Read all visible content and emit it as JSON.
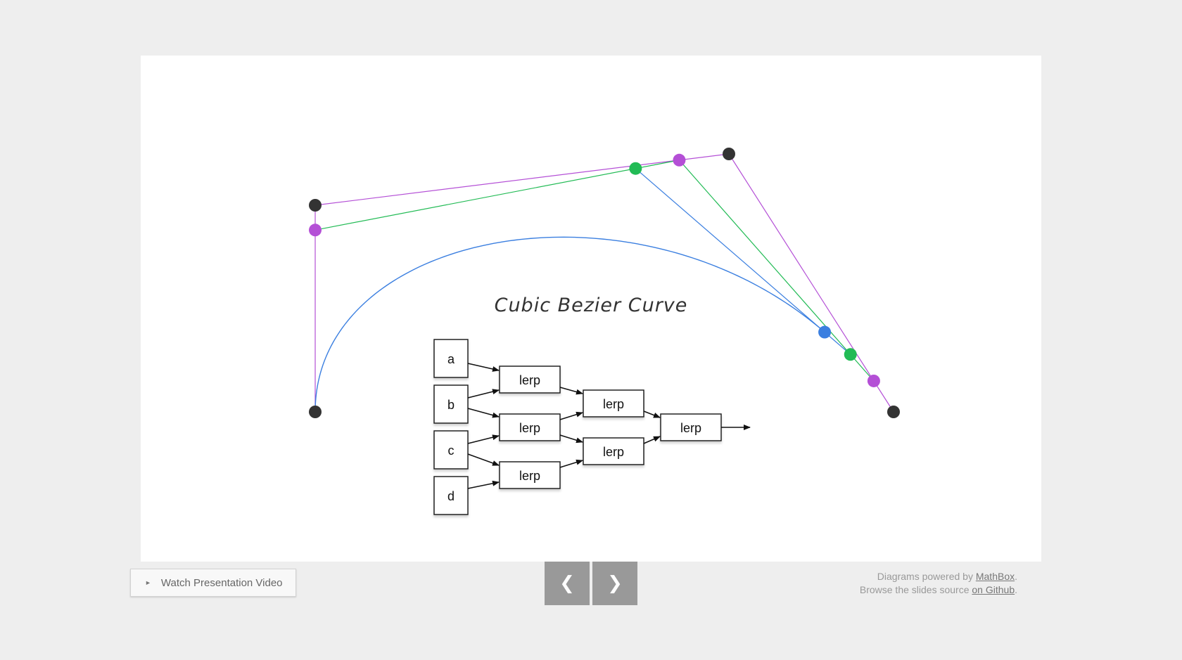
{
  "slide": {
    "title": "Cubic Bezier Curve",
    "inputs": [
      "a",
      "b",
      "c",
      "d"
    ],
    "lerp_label": "lerp"
  },
  "colors": {
    "background": "#eeeeee",
    "control_points": "#333333",
    "level1": "#b44fd6",
    "level2": "#22bb55",
    "curve": "#3b7fe0"
  },
  "controls": {
    "video_button_label": "Watch Presentation Video",
    "video_icon": "play-icon",
    "prev_icon": "chevron-left-icon",
    "next_icon": "chevron-right-icon",
    "prev_glyph": "❮",
    "next_glyph": "❯"
  },
  "credits": {
    "line1_prefix": "Diagrams powered by ",
    "line1_link": "MathBox",
    "line1_suffix": ".",
    "line2_prefix": "Browse the slides source ",
    "line2_link": "on Github",
    "line2_suffix": "."
  }
}
